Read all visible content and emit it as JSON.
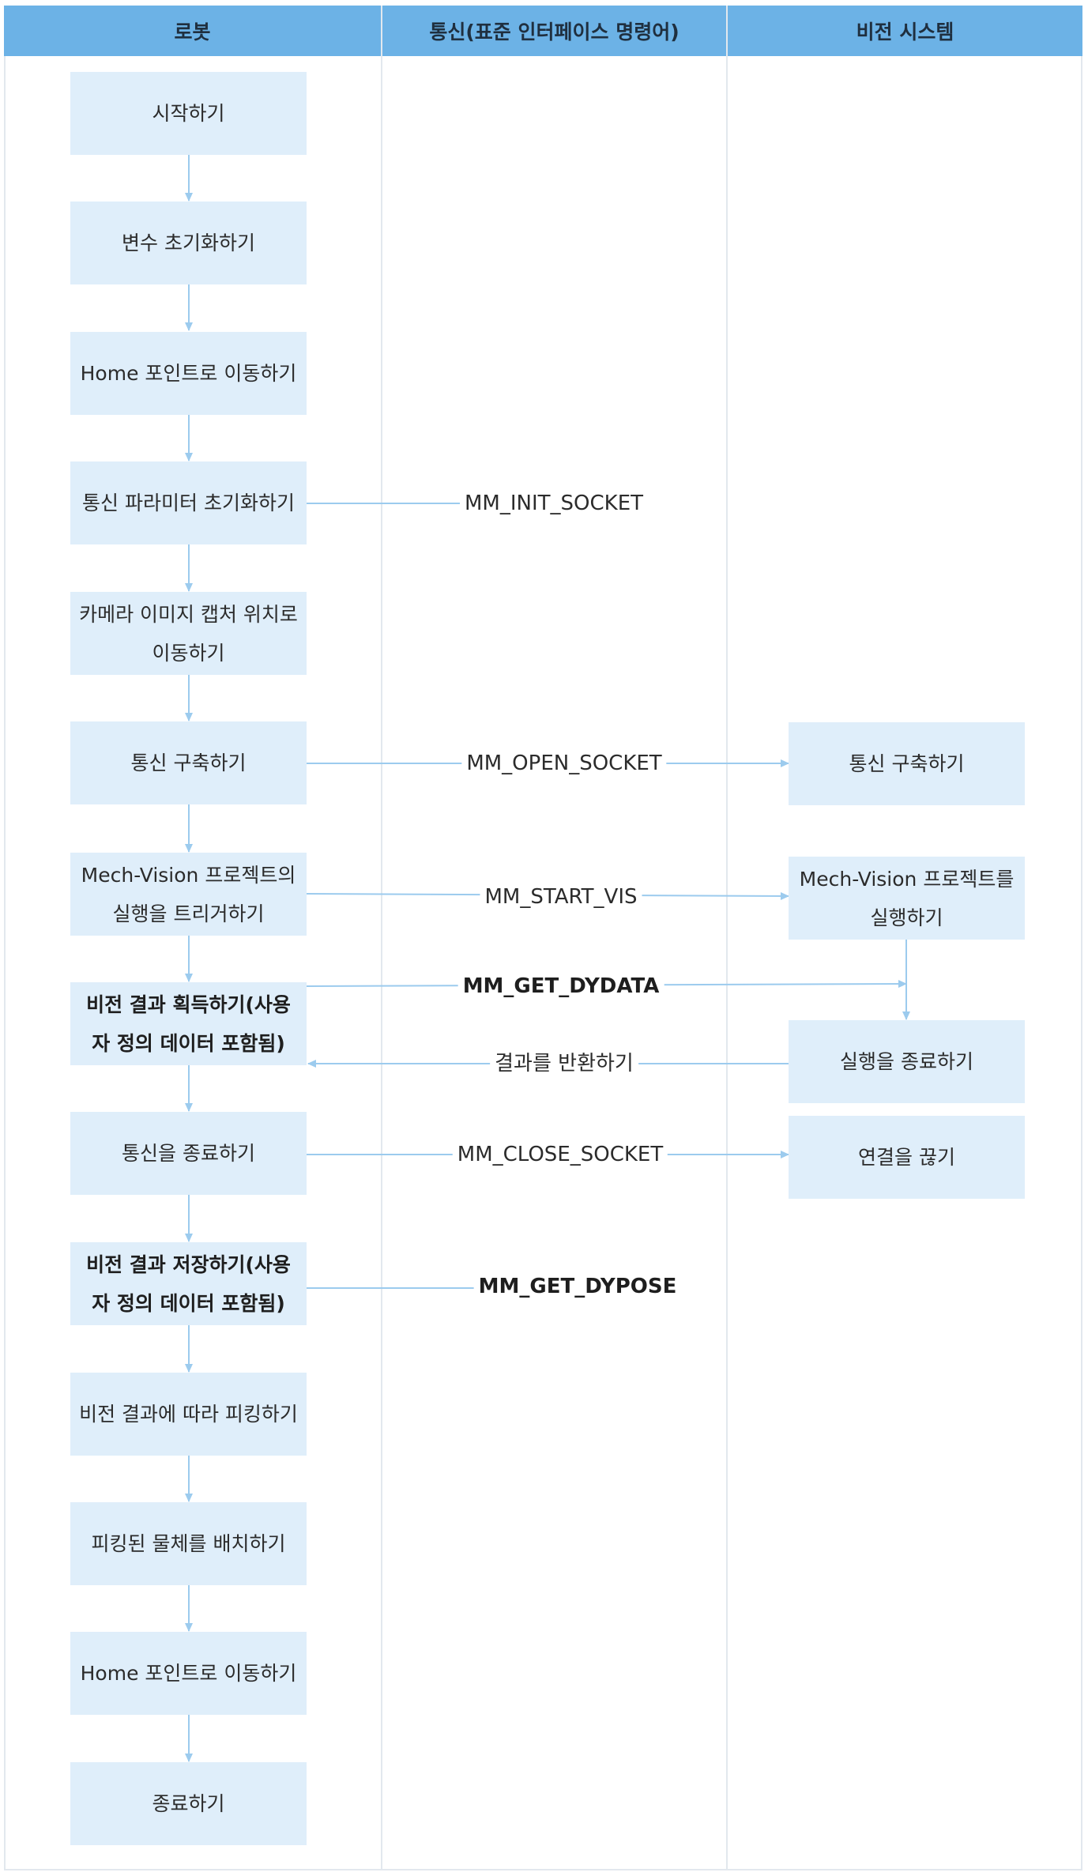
{
  "lanes": {
    "robot": "로봇",
    "comm": "통신(표준 인터페이스 명령어)",
    "vision": "비전 시스템"
  },
  "robot_steps": [
    "시작하기",
    "변수 초기화하기",
    "Home 포인트로 이동하기",
    "통신 파라미터 초기화하기",
    "카메라 이미지 캡처 위치로 이동하기",
    "통신 구축하기",
    "Mech-Vision 프로젝트의 실행을 트리거하기",
    "비전 결과 획득하기(사용자 정의 데이터 포함됨)",
    "통신을 종료하기",
    "비전 결과 저장하기(사용자 정의 데이터 포함됨)",
    "비전 결과에 따라 피킹하기",
    "피킹된 물체를 배치하기",
    "Home 포인트로 이동하기",
    "종료하기"
  ],
  "vision_steps": [
    "통신 구축하기",
    "Mech-Vision 프로젝트를 실행하기",
    "실행을 종료하기",
    "연결을 끊기"
  ],
  "commands": {
    "init_socket": "MM_INIT_SOCKET",
    "open_socket": "MM_OPEN_SOCKET",
    "start_vis": "MM_START_VIS",
    "get_dydata": "MM_GET_DYDATA",
    "return_result": "결과를 반환하기",
    "close_socket": "MM_CLOSE_SOCKET",
    "get_dypose": "MM_GET_DYPOSE"
  }
}
